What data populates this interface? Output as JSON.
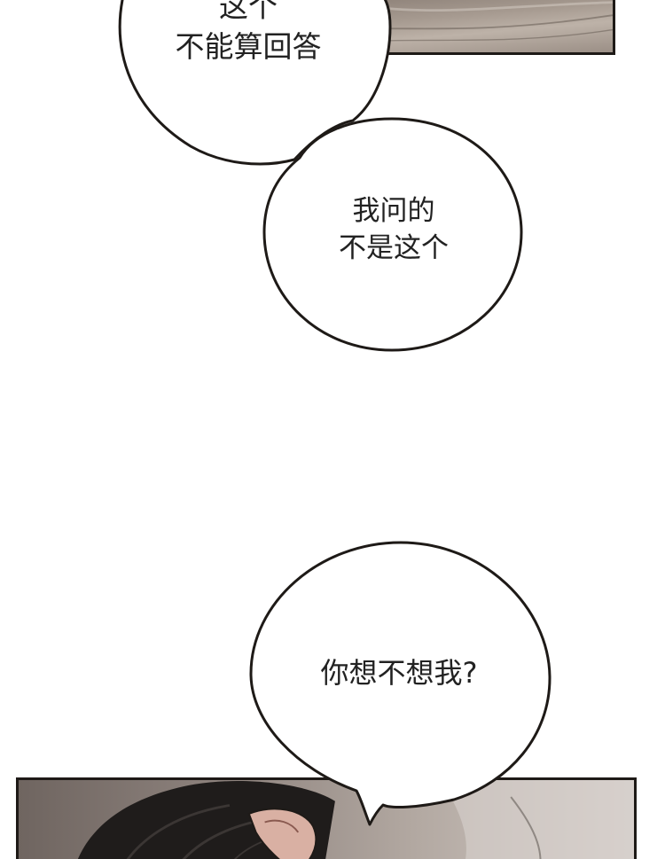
{
  "bubbles": [
    {
      "lines": [
        "这个",
        "不能算回答"
      ]
    },
    {
      "lines": [
        "我问的",
        "不是这个"
      ]
    },
    {
      "lines": [
        "你想不想我?"
      ]
    }
  ],
  "colors": {
    "ink": "#1e1a17",
    "bubble_fill": "#ffffff",
    "page_background": "#ffffff"
  }
}
